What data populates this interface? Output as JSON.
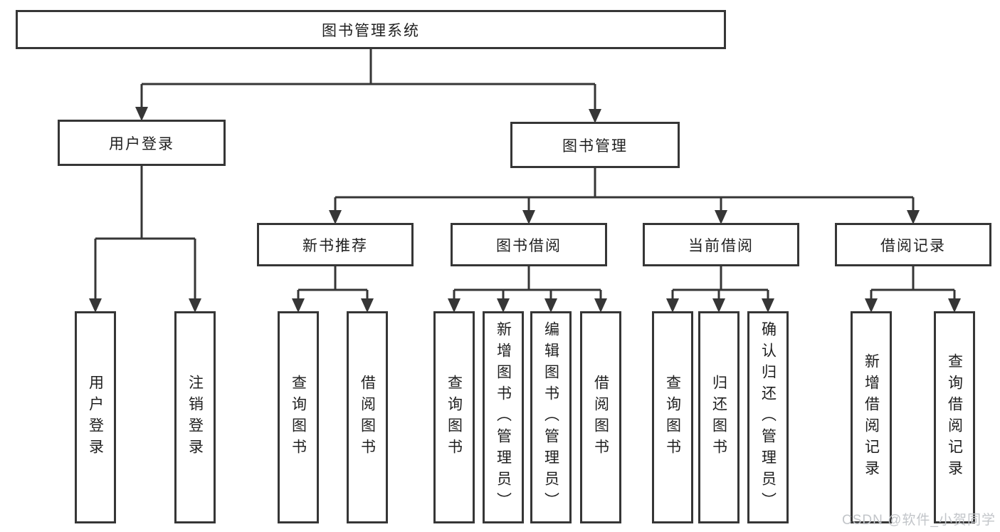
{
  "colors": {
    "line": "#363636",
    "box_border": "#363636",
    "text": "#1f1f1f",
    "background": "#ffffff",
    "watermark": "#c2c5c9"
  },
  "watermark": "CSDN @软件_小贺同学",
  "diagram": {
    "root": "图书管理系统",
    "level2": [
      {
        "label": "用户登录",
        "children": [
          "用户登录",
          "注销登录"
        ]
      },
      {
        "label": "图书管理"
      }
    ],
    "level3": [
      {
        "label": "新书推荐",
        "children": [
          "查询图书",
          "借阅图书"
        ]
      },
      {
        "label": "图书借阅",
        "children": [
          "查询图书",
          "新增图书（管理员）",
          "编辑图书（管理员）",
          "借阅图书"
        ]
      },
      {
        "label": "当前借阅",
        "children": [
          "查询图书",
          "归还图书",
          "确认归还（管理员）"
        ]
      },
      {
        "label": "借阅记录",
        "children": [
          "新增借阅记录",
          "查询借阅记录"
        ]
      }
    ]
  }
}
